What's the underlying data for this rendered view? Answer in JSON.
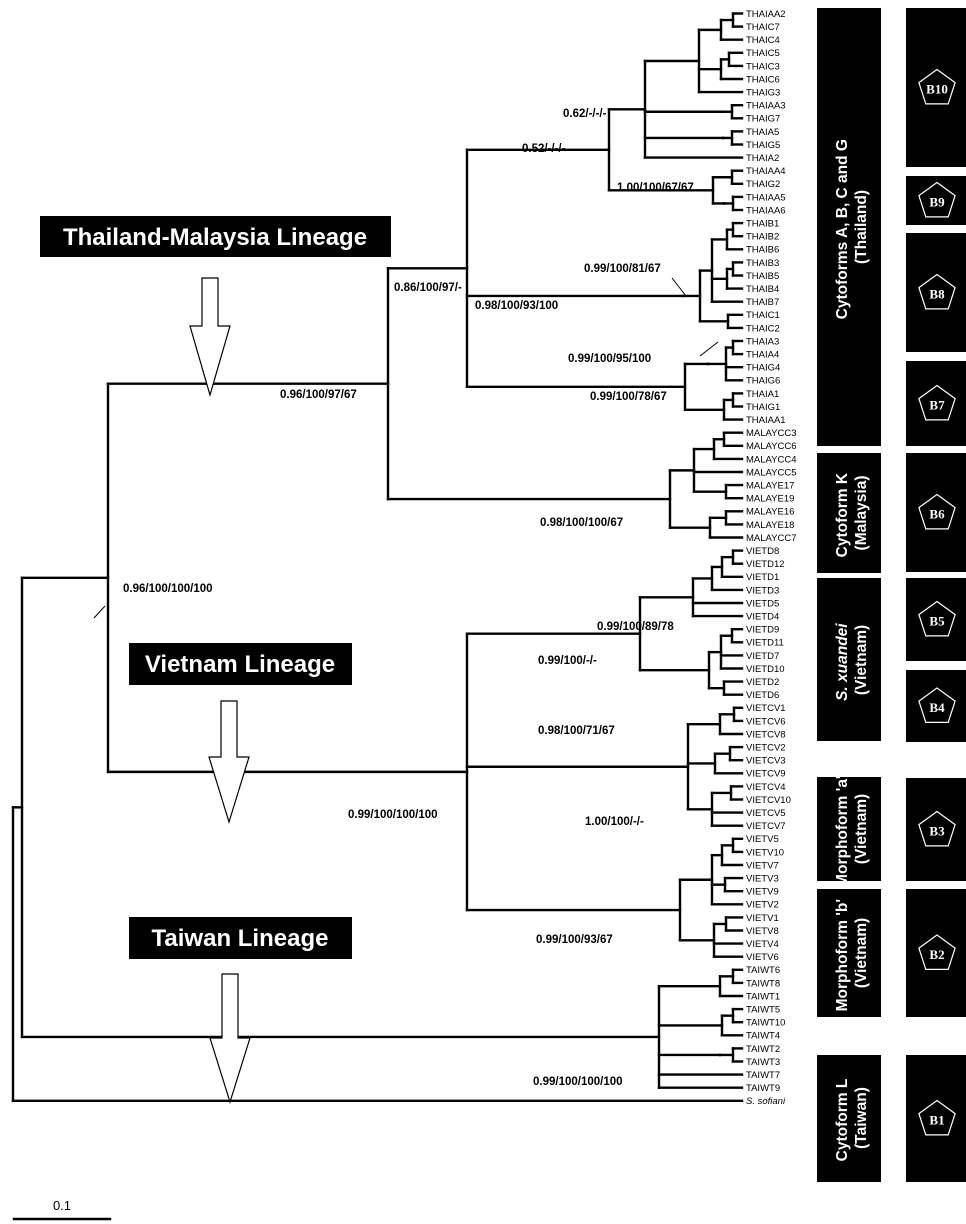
{
  "lineages": [
    {
      "id": "thai",
      "label": "Thailand-Malaysia Lineage"
    },
    {
      "id": "viet",
      "label": "Vietnam Lineage"
    },
    {
      "id": "taiw",
      "label": "Taiwan Lineage"
    }
  ],
  "groups": [
    {
      "id": "g1",
      "lines": [
        "Cytoforms A, B, C and G",
        "(Thailand)"
      ],
      "italic": false
    },
    {
      "id": "g2",
      "lines": [
        "Cytoform K",
        "(Malaysia)"
      ],
      "italic": false
    },
    {
      "id": "g3",
      "lines": [
        "S. xuandei",
        "(Vietnam)"
      ],
      "italic": true
    },
    {
      "id": "g4",
      "lines": [
        "Morphoform 'a'",
        "(Vietnam)"
      ],
      "italic": false
    },
    {
      "id": "g5",
      "lines": [
        "Morphoform 'b'",
        "(Vietnam)"
      ],
      "italic": false
    },
    {
      "id": "g6",
      "lines": [
        "Cytoform L",
        "(Taiwan)"
      ],
      "italic": false
    }
  ],
  "haplotype_groups": [
    "B10",
    "B9",
    "B8",
    "B7",
    "B6",
    "B5",
    "B4",
    "B3",
    "B2",
    "B1"
  ],
  "support_values": {
    "s_thaimal": "0.96/100/97/67",
    "s_thai": "0.86/100/97/-",
    "s_c052": "0.52/-/-/-",
    "s_c062": "0.62/-/-/-",
    "s_c100": "1.00/100/67/67",
    "s_b8": "0.98/100/93/100",
    "s_b8a": "0.99/100/81/67",
    "s_b8b": "0.99/100/95/100",
    "s_b7": "0.99/100/78/67",
    "s_b6": "0.98/100/100/67",
    "s_root": "0.96/100/100/100",
    "s_viet": "0.99/100/100/100",
    "s_b45": "0.99/100/-/-",
    "s_b5": "0.99/100/89/78",
    "s_b4": "0.98/100/71/67",
    "s_b3": "1.00/100/-/-",
    "s_b2": "0.99/100/93/67",
    "s_b1": "0.99/100/100/100"
  },
  "leaves": [
    "THAIAA2",
    "THAIC7",
    "THAIC4",
    "THAIC5",
    "THAIC3",
    "THAIC6",
    "THAIG3",
    "THAIAA3",
    "THAIG7",
    "THAIA5",
    "THAIG5",
    "THAIA2",
    "THAIAA4",
    "THAIG2",
    "THAIAA5",
    "THAIAA6",
    "THAIB1",
    "THAIB2",
    "THAIB6",
    "THAIB3",
    "THAIB5",
    "THAIB4",
    "THAIB7",
    "THAIC1",
    "THAIC2",
    "THAIA3",
    "THAIA4",
    "THAIG4",
    "THAIG6",
    "THAIA1",
    "THAIG1",
    "THAIAA1",
    "MALAYCC3",
    "MALAYCC6",
    "MALAYCC4",
    "MALAYCC5",
    "MALAYE17",
    "MALAYE19",
    "MALAYE16",
    "MALAYE18",
    "MALAYCC7",
    "VIETD8",
    "VIETD12",
    "VIETD1",
    "VIETD3",
    "VIETD5",
    "VIETD4",
    "VIETD9",
    "VIETD11",
    "VIETD7",
    "VIETD10",
    "VIETD2",
    "VIETD6",
    "VIETCV1",
    "VIETCV6",
    "VIETCV8",
    "VIETCV2",
    "VIETCV3",
    "VIETCV9",
    "VIETCV4",
    "VIETCV10",
    "VIETCV5",
    "VIETCV7",
    "VIETV5",
    "VIETV10",
    "VIETV7",
    "VIETV3",
    "VIETV9",
    "VIETV2",
    "VIETV1",
    "VIETV8",
    "VIETV4",
    "VIETV6",
    "TAIWT6",
    "TAIWT8",
    "TAIWT1",
    "TAIWT5",
    "TAIWT10",
    "TAIWT4",
    "TAIWT2",
    "TAIWT3",
    "TAIWT7",
    "TAIWT9",
    "S. sofiani"
  ],
  "scale_bar": {
    "label": "0.1"
  }
}
